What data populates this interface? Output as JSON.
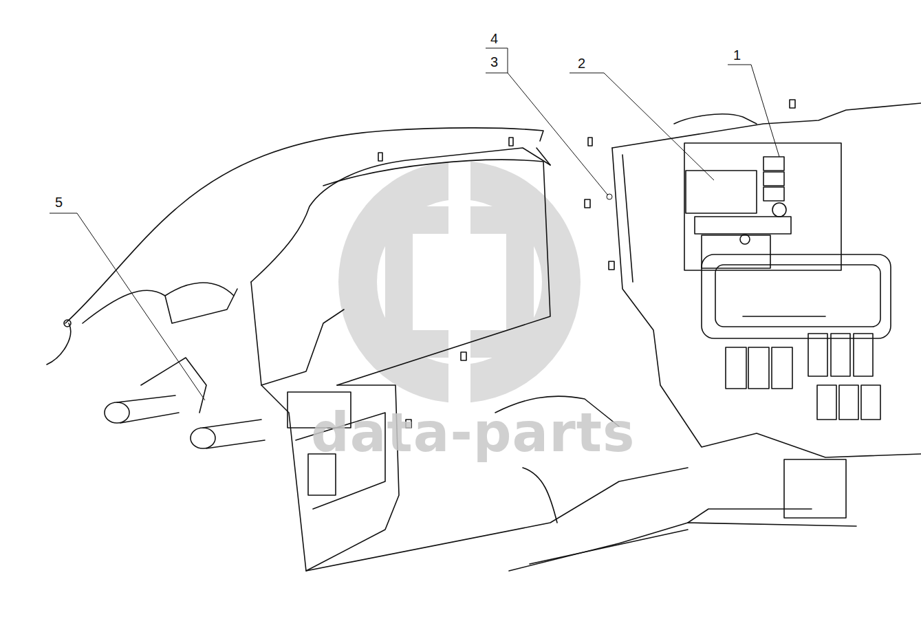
{
  "diagram": {
    "labels": [
      "4",
      "3",
      "2",
      "1",
      "5",
      "data-parts"
    ]
  }
}
